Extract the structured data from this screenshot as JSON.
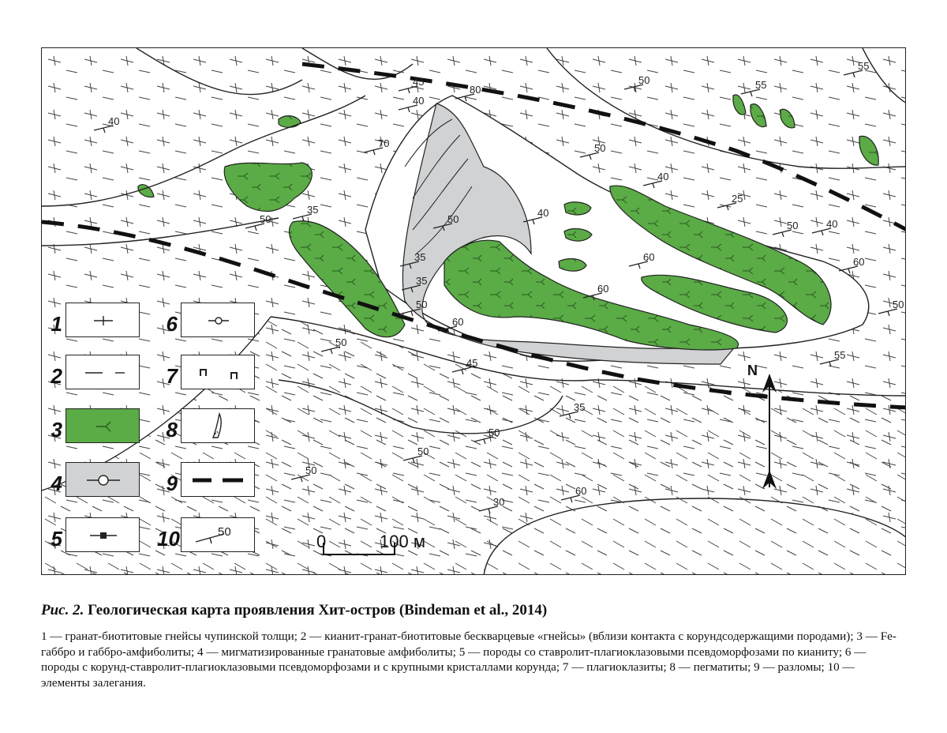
{
  "map": {
    "north": "N",
    "scale": {
      "zero": "0",
      "distance": "100 м"
    },
    "dips": [
      "45",
      "80",
      "40",
      "50",
      "55",
      "55",
      "40",
      "70",
      "50",
      "40",
      "25",
      "35",
      "50",
      "50",
      "40",
      "50",
      "40",
      "60",
      "35",
      "35",
      "60",
      "50",
      "60",
      "50",
      "50",
      "60",
      "45",
      "55",
      "35",
      "50",
      "50",
      "50",
      "30",
      "60"
    ]
  },
  "legend": [
    {
      "num": "1",
      "symbol": "cross"
    },
    {
      "num": "2",
      "symbol": "dash"
    },
    {
      "num": "3",
      "symbol": "green-fill",
      "color": "#5bab46"
    },
    {
      "num": "4",
      "symbol": "grey-circle",
      "color": "#d0d2d3"
    },
    {
      "num": "5",
      "symbol": "square"
    },
    {
      "num": "6",
      "symbol": "small-circle"
    },
    {
      "num": "7",
      "symbol": "pi"
    },
    {
      "num": "8",
      "symbol": "pegmatite"
    },
    {
      "num": "9",
      "symbol": "fault"
    },
    {
      "num": "10",
      "symbol": "dip",
      "label": "50"
    }
  ],
  "caption": {
    "figure_no": "Рис. 2.",
    "title": "Геологическая карта проявления Хит‑остров (Bindeman et al., 2014)",
    "explanation": "1 — гранат-биотитовые гнейсы чупинской толщи; 2 — кианит-гранат-биотитовые бескварцевые «гнейсы» (вблизи контакта с корундсодержащими породами); 3 — Fe-габбро и габбро-амфиболиты; 4 — мигматизированные гранатовые амфиболиты; 5 — породы со ставролит-плагиоклазовыми псевдоморфозами по кианиту; 6 — породы с корунд-ставролит-плагиоклазовыми псевдоморфозами и с крупными кристаллами корунда; 7 — плагиоклазиты; 8 — пегматиты; 9 — разломы; 10 — элементы залегания."
  },
  "colors": {
    "green": "#5bab46",
    "grey": "#d0d2d3",
    "line": "#1a1a1a"
  }
}
